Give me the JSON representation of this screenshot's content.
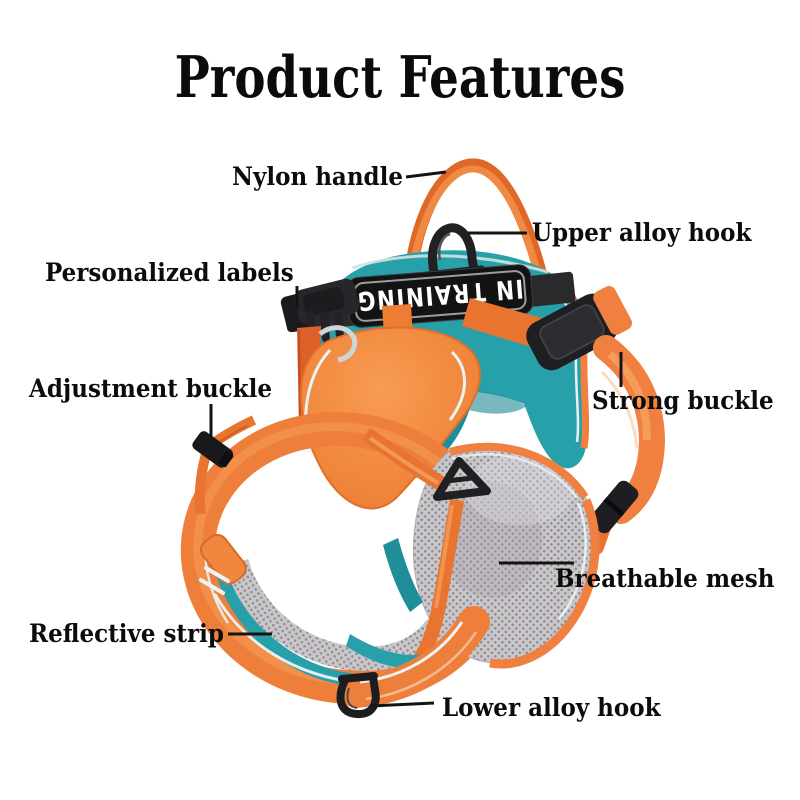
{
  "title": {
    "text": "Product Features"
  },
  "patch": {
    "text": "IN TRAINING"
  },
  "labels": {
    "nylon_handle": {
      "text": "Nylon handle"
    },
    "upper_alloy_hook": {
      "text": "Upper alloy hook"
    },
    "personalized_labels": {
      "text": "Personalized labels"
    },
    "adjustment_buckle": {
      "text": "Adjustment buckle"
    },
    "strong_buckle": {
      "text": "Strong buckle"
    },
    "breathable_mesh": {
      "text": "Breathable mesh"
    },
    "reflective_strip": {
      "text": "Reflective strip"
    },
    "lower_alloy_hook": {
      "text": "Lower alloy hook"
    }
  },
  "colors": {
    "background": "#ffffff",
    "label_text": "#0c0c0c",
    "leader_line": "#141414",
    "harness_orange": "#f0823a",
    "harness_orange_dark": "#e8742f",
    "harness_teal": "#28a0a9",
    "mesh_gray": "#cac7cb",
    "hardware_black": "#1f1f23",
    "patch_background": "#131313",
    "patch_text_color": "#ffffff",
    "reflective_white": "#eef3f5"
  }
}
